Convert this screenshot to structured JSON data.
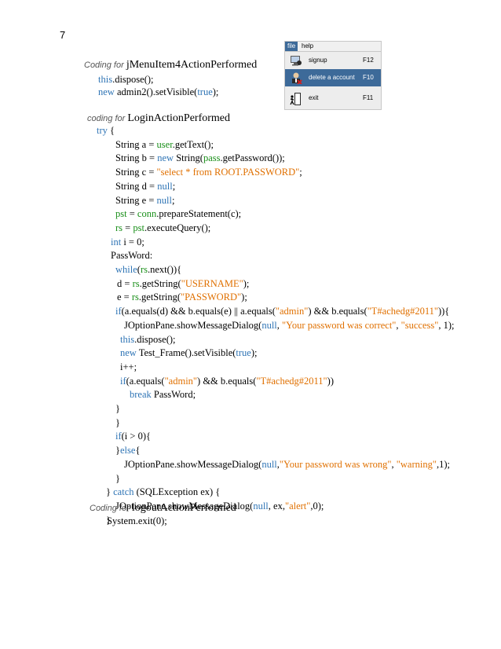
{
  "page_number": "7",
  "menu": {
    "bar": [
      "file",
      "help"
    ],
    "items": [
      {
        "label": "signup",
        "shortcut": "F12",
        "icon": "signup-icon"
      },
      {
        "label": "delete a account",
        "shortcut": "F10",
        "icon": "delete-account-icon"
      },
      {
        "label": "exit",
        "shortcut": "F11",
        "icon": "exit-door-icon"
      }
    ]
  },
  "headings": {
    "h1_prefix": "Coding for ",
    "h1_name": "jMenuItem4ActionPerformed",
    "h2_prefix": "coding for ",
    "h2_name": "LoginActionPerformed",
    "h3_prefix": "Coding for ",
    "h3_name": "logoutActionPerformed"
  },
  "code": {
    "b1": [
      [
        "this",
        ".dispose();"
      ],
      [
        "new",
        " admin2().setVisible(",
        "true",
        ");"
      ]
    ],
    "b2": [
      [
        "try",
        " {"
      ],
      [
        "String a = ",
        "user",
        ".getText();"
      ],
      [
        "String b = ",
        "new",
        " String(",
        "pass",
        ".getPassword());"
      ],
      [
        "String c = ",
        "\"select * from ROOT.PASSWORD\"",
        ";"
      ],
      [
        "String d = ",
        "null",
        ";"
      ],
      [
        "String e = ",
        "null",
        ";"
      ],
      [
        "pst",
        " = ",
        "conn",
        ".prepareStatement(c);"
      ],
      [
        "rs",
        " = ",
        "pst",
        ".executeQuery();"
      ],
      [
        "int",
        " i = 0;"
      ],
      [
        "PassWord:"
      ],
      [
        "while",
        "(",
        "rs",
        ".next()){"
      ],
      [
        "d = ",
        "rs",
        ".getString(",
        "\"USERNAME\"",
        ");"
      ],
      [
        "e = ",
        "rs",
        ".getString(",
        "\"PASSWORD\"",
        ");"
      ],
      [
        "if",
        "(a.equals(d) && b.equals(e) || a.equals(",
        "\"admin\"",
        ") && b.equals(",
        "\"T#achedg#2011\"",
        ")){"
      ],
      [
        "JOptionPane.showMessageDialog(",
        "null",
        ", ",
        "\"Your password was correct\"",
        ", ",
        "\"success\"",
        ", 1);"
      ],
      [
        "this",
        ".dispose();"
      ],
      [
        "new",
        " Test_Frame().setVisible(",
        "true",
        ");"
      ],
      [
        "i++;"
      ],
      [
        "if",
        "(a.equals(",
        "\"admin\"",
        ") && b.equals(",
        "\"T#achedg#2011\"",
        "))"
      ],
      [
        "break",
        " PassWord;"
      ],
      [
        "}"
      ],
      [
        "}"
      ],
      [
        "if",
        "(i > 0){"
      ],
      [
        "}",
        "else",
        "{"
      ],
      [
        "JOptionPane.showMessageDialog(",
        "null",
        ",",
        "\"Your password was wrong\"",
        ", ",
        "\"warning\"",
        ",1);"
      ],
      [
        "}"
      ],
      [
        "} ",
        "catch",
        " (SQLException ex) {"
      ],
      [
        "JOptionPane.showMessageDialog(",
        "null",
        ", ex,",
        "\"alert\"",
        ",0);"
      ],
      [
        "}"
      ]
    ],
    "b3": [
      [
        "System.exit(0);"
      ]
    ]
  }
}
